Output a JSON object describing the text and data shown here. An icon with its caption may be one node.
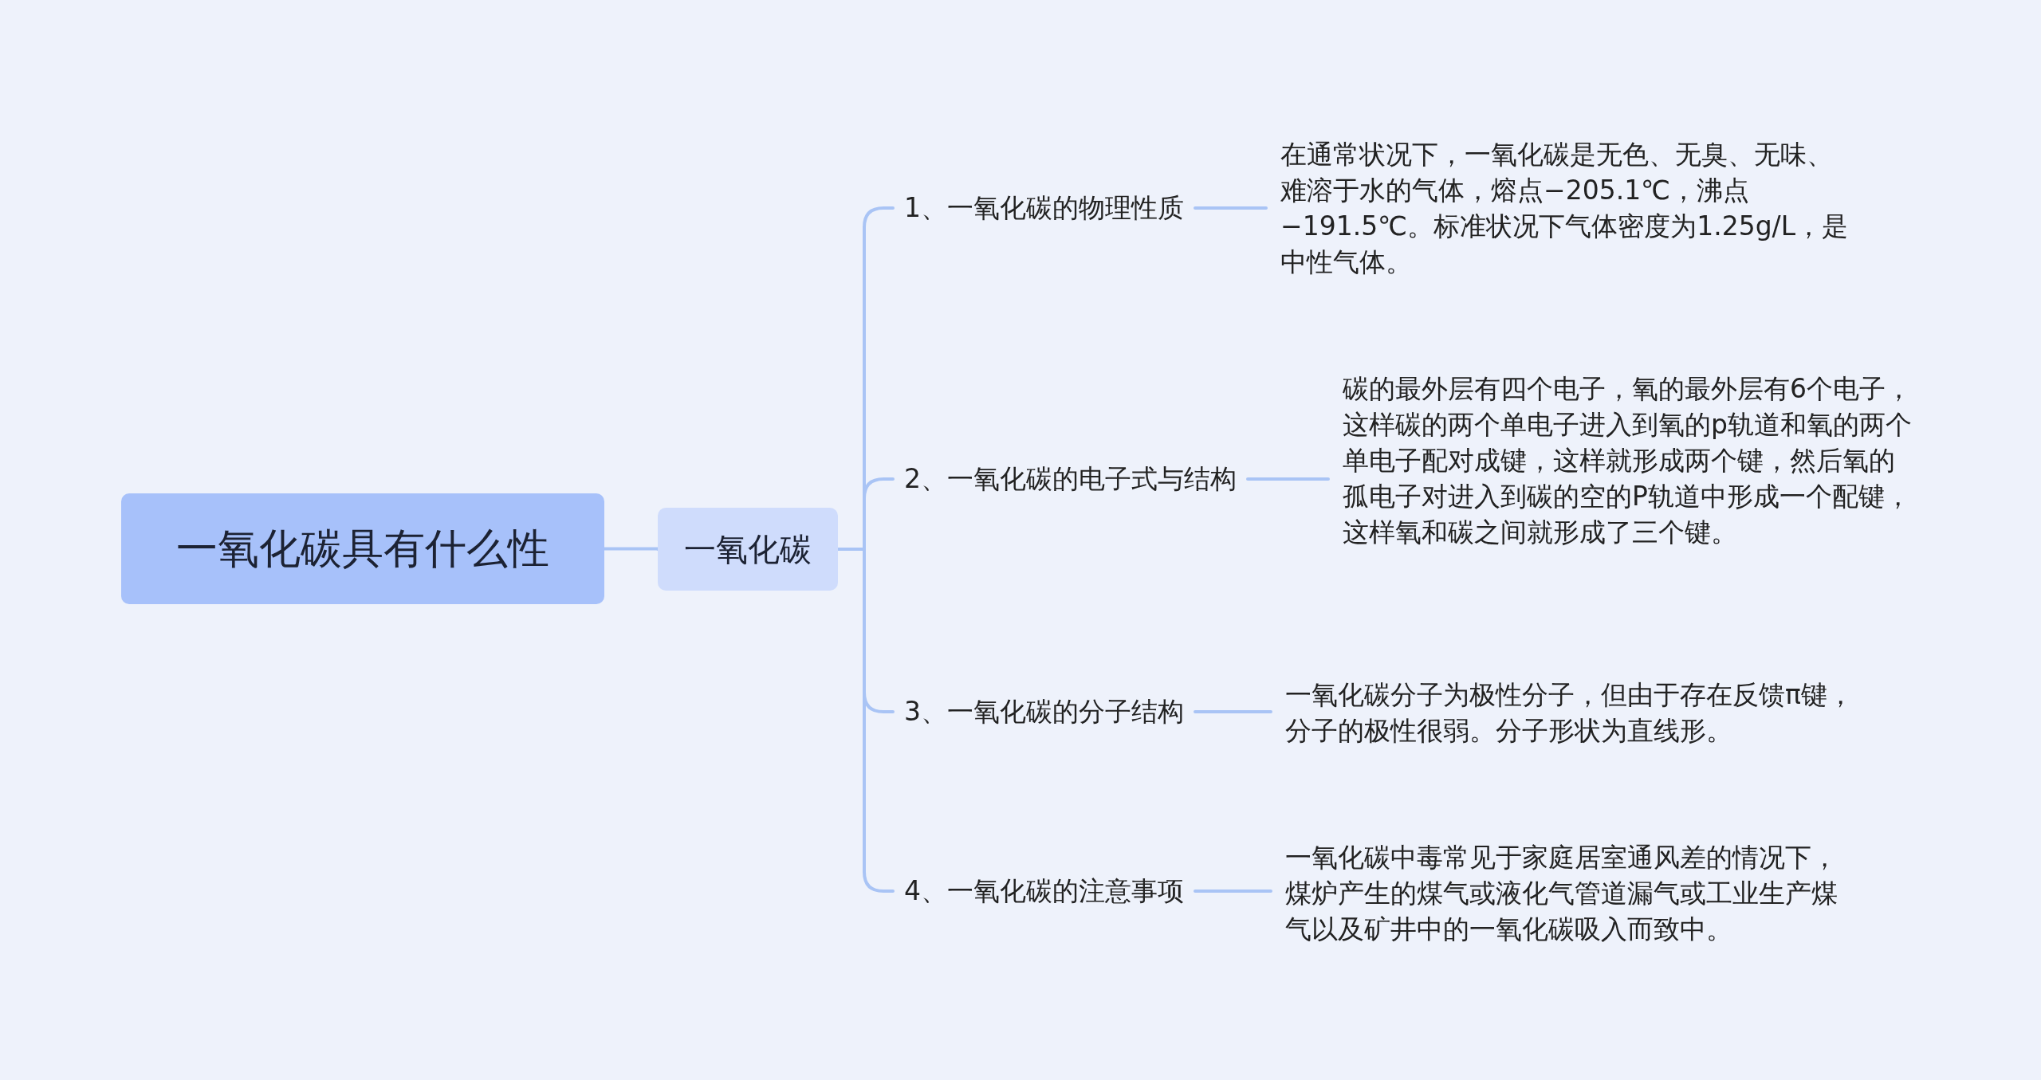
{
  "diagram": {
    "nodes": [
      {
        "text": [
          "一氧化碳具有什么性"
        ]
      },
      {
        "text": [
          "一氧化碳"
        ]
      },
      {
        "text": [
          "1、一氧化碳的物理性质"
        ]
      },
      {
        "text": [
          "2、一氧化碳的电子式与结构"
        ]
      },
      {
        "text": [
          "3、一氧化碳的分子结构"
        ]
      },
      {
        "text": [
          "4、一氧化碳的注意事项"
        ]
      },
      {
        "text": [
          "在通常状况下，一氧化碳是无色、无臭、无味、难溶于水的气体，熔点−205.1℃，沸点−191.5℃。标准状况下气体密度为1.25g/L，是中性气体。"
        ]
      },
      {
        "text": [
          "碳的最外层有四个电子，氧的最外层有6个电子，这样碳的两个单电子进入到氧的p轨道和氧的两个单电子配对成键，这样就形成两个键，然后氧的孤电子对进入到碳的空的P轨道中形成一个配键，这样氧和碳之间就形成了三个键。"
        ]
      },
      {
        "text": [
          "一氧化碳分子为极性分子，但由于存在反馈π键，分子的极性很弱。分子形状为直线形。"
        ]
      },
      {
        "text": [
          "一氧化碳中毒常见于家庭居室通风差的情况下，煤炉产生的煤气或液化气管道漏气或工业生产煤气以及矿井中的一氧化碳吸入而致中。"
        ]
      }
    ],
    "edges": [
      {
        "from": 0,
        "to": 1,
        "arrow": "none"
      },
      {
        "from": 1,
        "to": 2,
        "arrow": "none"
      },
      {
        "from": 1,
        "to": 3,
        "arrow": "none"
      },
      {
        "from": 1,
        "to": 4,
        "arrow": "none"
      },
      {
        "from": 1,
        "to": 5,
        "arrow": "none"
      },
      {
        "from": 2,
        "to": 6,
        "arrow": "none"
      },
      {
        "from": 3,
        "to": 7,
        "arrow": "none"
      },
      {
        "from": 4,
        "to": 8,
        "arrow": "none"
      },
      {
        "from": 5,
        "to": 9,
        "arrow": "none"
      }
    ]
  }
}
